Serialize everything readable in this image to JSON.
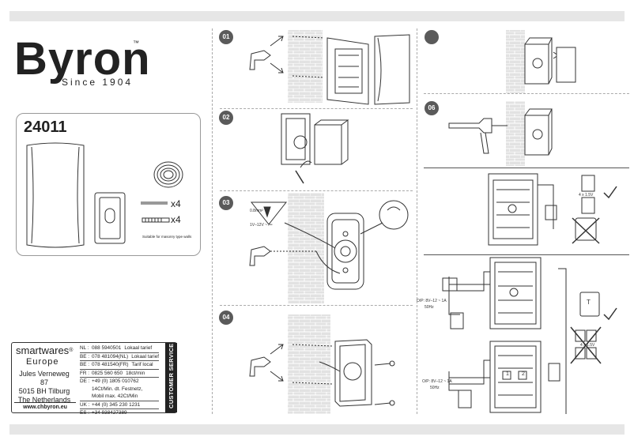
{
  "brand": {
    "logo": "Byron",
    "tm": "™",
    "since": "Since 1904"
  },
  "product": {
    "model": "24011",
    "accessories": [
      {
        "qty": "x4"
      },
      {
        "qty": "x4"
      }
    ],
    "note": "Suitable for masonry type walls"
  },
  "customer_service": {
    "brand": "smartwares",
    "brand_mark": "®",
    "region": "Europe",
    "address": [
      "Jules Verneweg 87",
      "5015 BH Tilburg",
      "The Netherlands"
    ],
    "website": "www.chbyron.eu",
    "side_label": "CUSTOMER SERVICE",
    "lines": [
      {
        "code": "NL :",
        "number": "088 5940501",
        "rate": "Lokaal tarief"
      },
      {
        "code": "BE :",
        "number": "078 481094(NL)",
        "rate": "Lokaal tarief"
      },
      {
        "code": "BE :",
        "number": "078 481540(FR)",
        "rate": "Tarif local"
      },
      {
        "code": "FR :",
        "number": "0825 560 650",
        "rate": "18ct/min"
      },
      {
        "code": "DE :",
        "number": "+49 (0) 1805 010762",
        "rate": ""
      },
      {
        "code": "",
        "number": "14Ct/Min. dt. Festnetz,",
        "rate": ""
      },
      {
        "code": "",
        "number": "Mobil max. 42Ct/Min",
        "rate": ""
      },
      {
        "code": "UK :",
        "number": "+44 (0) 345 230 1231",
        "rate": ""
      },
      {
        "code": "ES :",
        "number": "+34 938427389",
        "rate": ""
      }
    ]
  },
  "steps": {
    "s1": "01",
    "s2": "02",
    "s3": "03",
    "s4": "04",
    "s5": "",
    "s6": "06"
  },
  "wiring": {
    "cable": "0.8mm²",
    "voltage": "1V–12V ~ /═",
    "transformer_top": "O/P: 8V–12 ~ 1A",
    "transformer_top_freq": "50Hz",
    "transformer_bottom": "O/P: 8V–12 ~ 1A",
    "transformer_bottom_freq": "50Hz",
    "battery_label": "4 x 1.5V",
    "battery_label_2": "4 x 1.5V",
    "t_label": "T",
    "terminal_1": "1",
    "terminal_2": "2"
  }
}
